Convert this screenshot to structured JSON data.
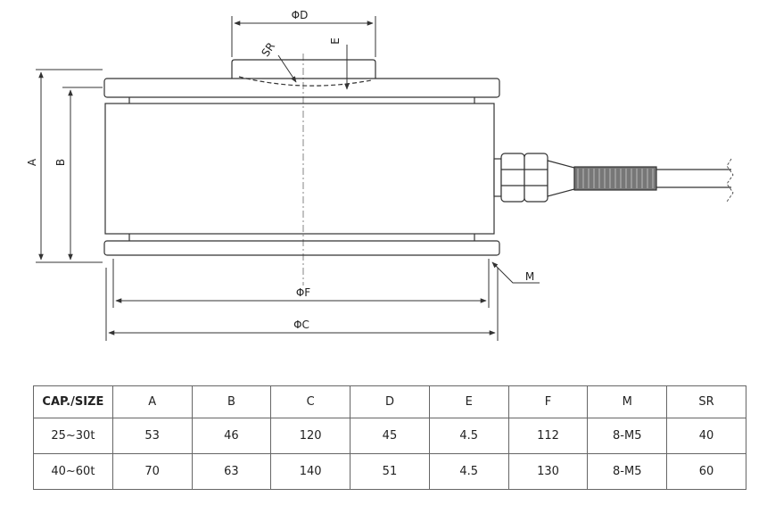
{
  "drawing": {
    "labels": {
      "diameter_d": "ΦD",
      "sr": "SR",
      "e": "E",
      "a": "A",
      "b": "B",
      "diameter_f": "ΦF",
      "diameter_c": "ΦC",
      "m": "M"
    },
    "colors": {
      "line": "#333333",
      "background": "#ffffff"
    }
  },
  "table": {
    "headers": [
      "CAP./SIZE",
      "A",
      "B",
      "C",
      "D",
      "E",
      "F",
      "M",
      "SR"
    ],
    "rows": [
      [
        "25~30t",
        "53",
        "46",
        "120",
        "45",
        "4.5",
        "112",
        "8-M5",
        "40"
      ],
      [
        "40~60t",
        "70",
        "63",
        "140",
        "51",
        "4.5",
        "130",
        "8-M5",
        "60"
      ]
    ]
  }
}
